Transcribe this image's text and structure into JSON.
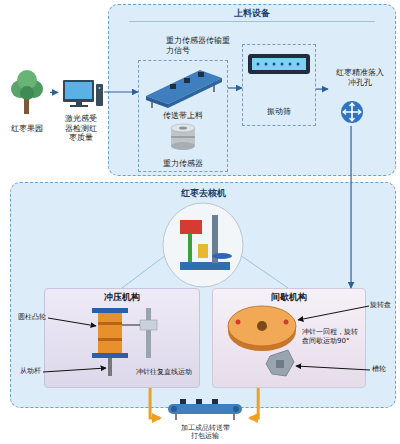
{
  "diagram": {
    "nodes": [
      {
        "text": [
          "上料设备"
        ]
      },
      {
        "text": [
          "红枣果园"
        ]
      },
      {
        "text": [
          "激光感受 器检测红 枣质量"
        ]
      },
      {
        "text": [
          "传送带上料",
          "重力传感器"
        ],
        "in": 0
      },
      {
        "text": [
          "振动筛"
        ],
        "in": 0
      },
      {
        "text": [
          "红枣精准落入 冲孔孔"
        ],
        "in": 0
      },
      {
        "text": [
          "红枣去核机"
        ]
      },
      {
        "text": [
          "冲压机构"
        ],
        "in": 6
      },
      {
        "text": [
          "间歇机构"
        ],
        "in": 6
      },
      {
        "text": [
          "加工成品转送带 打包运输"
        ]
      }
    ],
    "edges": [
      {
        "from": 1,
        "to": 2,
        "arrow": "to"
      },
      {
        "from": 2,
        "to": 3,
        "arrow": "to"
      },
      {
        "from": 3,
        "to": 4,
        "arrow": "to"
      },
      {
        "from": 4,
        "to": 5,
        "arrow": "to"
      },
      {
        "from": 5,
        "to": 8,
        "arrow": "to"
      },
      {
        "from": 7,
        "to": 9,
        "arrow": "to"
      },
      {
        "from": 8,
        "to": 9,
        "arrow": "to"
      }
    ],
    "labels": [
      "重力传感器传输重 力信号",
      "圆柱凸轮",
      "从动杆",
      "冲针往复直线运动",
      "旋转盘",
      "冲针一回程，旋转 盘间歇运动90°",
      "槽轮"
    ]
  }
}
